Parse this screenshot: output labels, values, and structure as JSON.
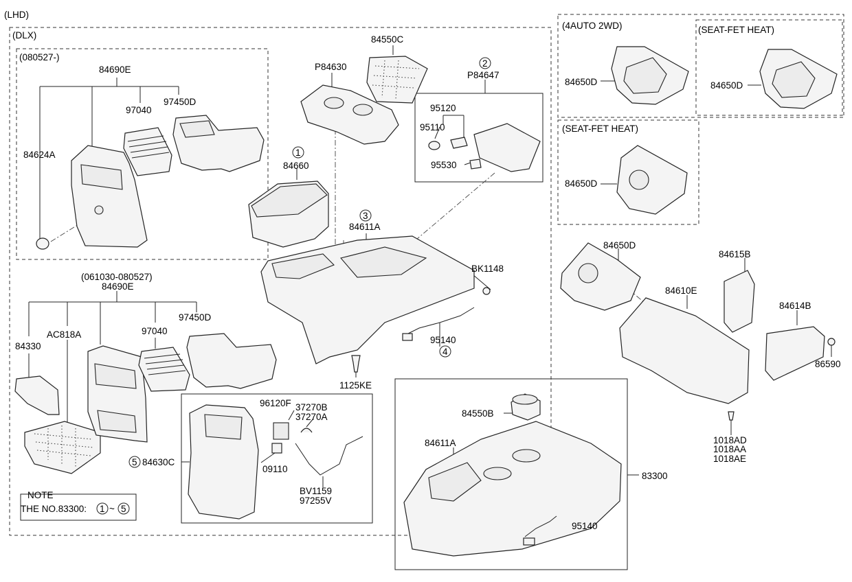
{
  "title": "(LHD)",
  "groups": {
    "dlx": "(DLX)",
    "g080527": "(080527-)",
    "g061030": "(061030-080527)",
    "auto2wd": "(4AUTO 2WD)",
    "seatfet1": "(SEAT-FET HEAT)",
    "seatfet2": "(SEAT-FET HEAT)"
  },
  "parts": {
    "p84690e_a": "84690E",
    "p97040_a": "97040",
    "p97450d_a": "97450D",
    "p84624a": "84624A",
    "p84690e_b": "84690E",
    "p84330": "84330",
    "pac818a": "AC818A",
    "p97040_b": "97040",
    "p97450d_b": "97450D",
    "p84630c": "84630C",
    "p96120f": "96120F",
    "p37270b": "37270B",
    "p37270a": "37270A",
    "p09110": "09110",
    "pbv1159": "BV1159",
    "p97255v": "97255V",
    "p84550c": "84550C",
    "pp84630": "P84630",
    "pp84647": "P84647",
    "p95120": "95120",
    "p95110": "95110",
    "p95530": "95530",
    "p84660": "84660",
    "p84611a_a": "84611A",
    "pbk1148": "BK1148",
    "p95140_a": "95140",
    "p1125ke": "1125KE",
    "p84650d_a": "84650D",
    "p84650d_b": "84650D",
    "p84650d_c": "84650D",
    "p84650d_d": "84650D",
    "p84615b": "84615B",
    "p84610e": "84610E",
    "p84614b": "84614B",
    "p86590": "86590",
    "p1018ad": "1018AD",
    "p1018aa": "1018AA",
    "p1018ae": "1018AE",
    "p84550b": "84550B",
    "p84611a_b": "84611A",
    "p83300": "83300",
    "p95140_b": "95140"
  },
  "callouts": {
    "c1": "1",
    "c2": "2",
    "c3": "3",
    "c4": "4",
    "c5": "5"
  },
  "note": {
    "heading": "NOTE",
    "text_prefix": "THE NO.83300:",
    "range_from": "1",
    "tilde": "~",
    "range_to": "5"
  }
}
